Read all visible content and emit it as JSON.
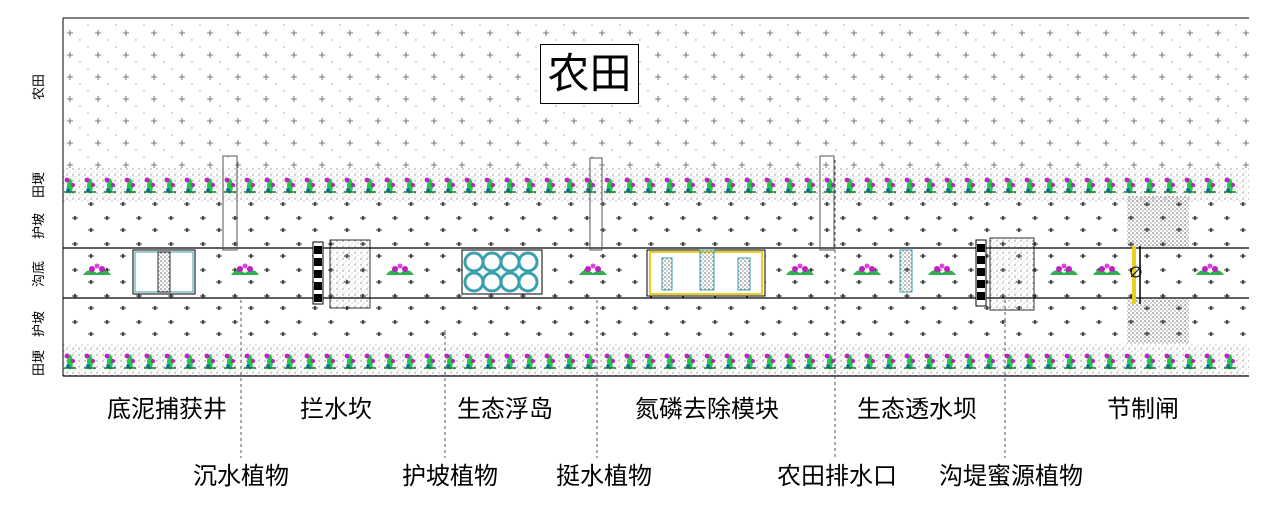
{
  "title": "农田",
  "zones": {
    "farmland": "农田",
    "ridge_top": "田埂",
    "slope_top": "护坡",
    "ditch_bottom": "沟底",
    "slope_bottom": "护坡",
    "ridge_bottom": "田埂"
  },
  "labels_upper": {
    "sediment_well": "底泥捕获井",
    "weir": "拦水坎",
    "floating_island": "生态浮岛",
    "np_module": "氮磷去除模块",
    "permeable_dam": "生态透水坝",
    "control_gate": "节制闸"
  },
  "labels_lower": {
    "submerged_plants": "沉水植物",
    "slope_plants": "护坡植物",
    "emergent_plants": "挺水植物",
    "farm_outlet": "农田排水口",
    "nectar_plants": "沟堤蜜源植物"
  },
  "colors": {
    "flower_green": "#22c84a",
    "flower_purple": "#c020c0",
    "floating_island": "#3aa0b0",
    "np_module_frame": "#e8d020",
    "stipple": "#9a9a9a"
  }
}
